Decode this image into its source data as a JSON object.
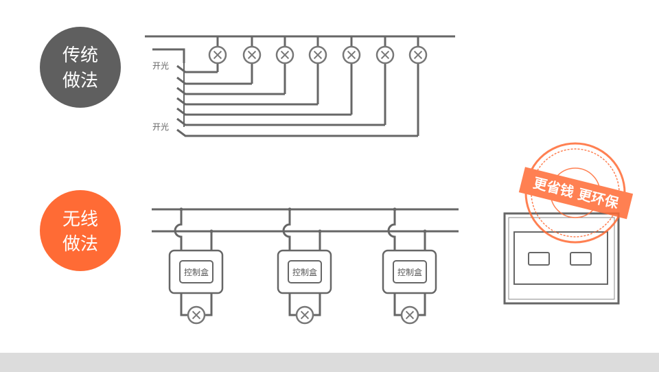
{
  "traditional": {
    "line1": "传统",
    "line2": "做法",
    "color": "#5f5f5f"
  },
  "wireless": {
    "line1": "无线",
    "line2": "做法",
    "color": "#ff6b35"
  },
  "switch_label_top": "开光",
  "switch_label_bottom": "开光",
  "control_box_label": "控制盒",
  "stamp": {
    "text": "更省钱 更环保",
    "color": "#ff6b35"
  },
  "wire_color": "#666666",
  "icons": [
    "lamp-icon",
    "switch-panel-icon"
  ]
}
